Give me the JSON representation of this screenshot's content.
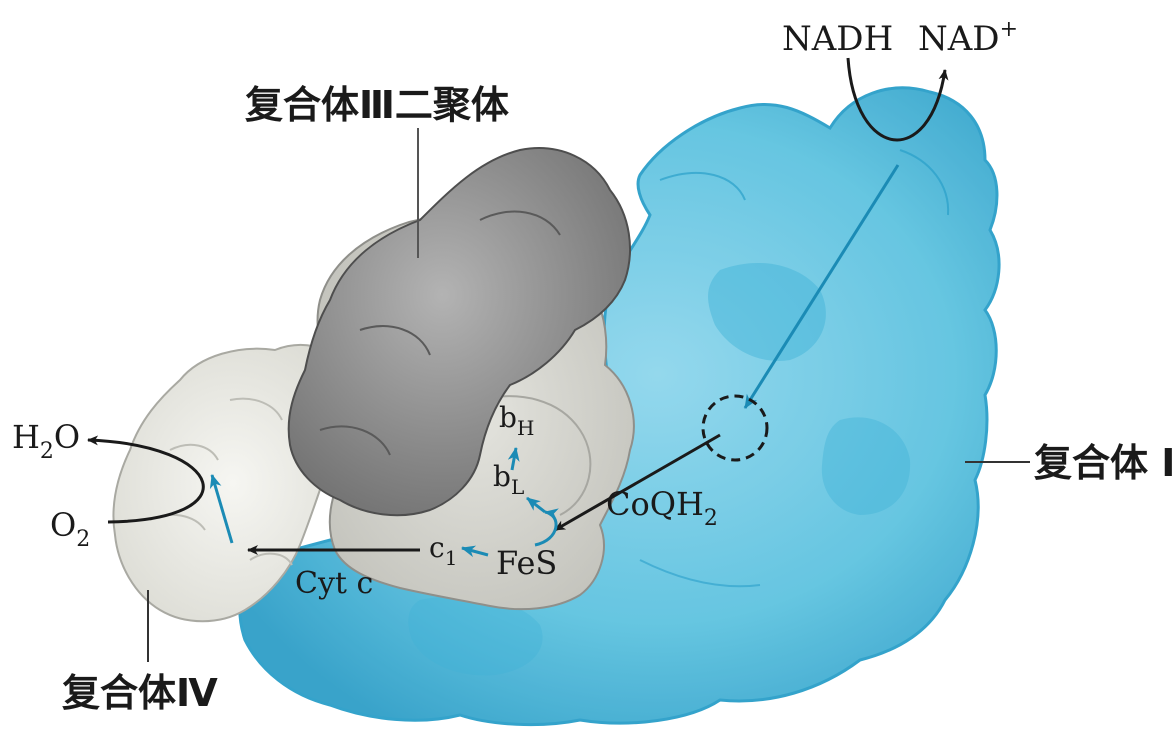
{
  "labels": {
    "nadh": "NADH",
    "nad_base": "NAD",
    "nad_sup": "+",
    "complex3_dimer": "复合体Ⅲ二聚体",
    "complex1": "复合体 I",
    "complex4": "复合体Ⅳ",
    "h2o_h": "H",
    "h2o_sub": "2",
    "h2o_o": "O",
    "o2_o": "O",
    "o2_sub": "2",
    "bh_base": "b",
    "bh_sub": "H",
    "bl_base": "b",
    "bl_sub": "L",
    "coqh2_base": "CoQH",
    "coqh2_sub": "2",
    "c1_base": "c",
    "c1_sub": "1",
    "fes": "FeS",
    "cytc": "Cyt c"
  },
  "colors": {
    "complex1_fill": "#5ec3e0",
    "complex1_edge": "#2a9fc9",
    "complex3_dark": "#8f8f8f",
    "complex3_light": "#d2d2cc",
    "complex4_fill": "#ecece6",
    "arrow_blue": "#1b8bb5",
    "arrow_dark": "#1a1a1a"
  }
}
